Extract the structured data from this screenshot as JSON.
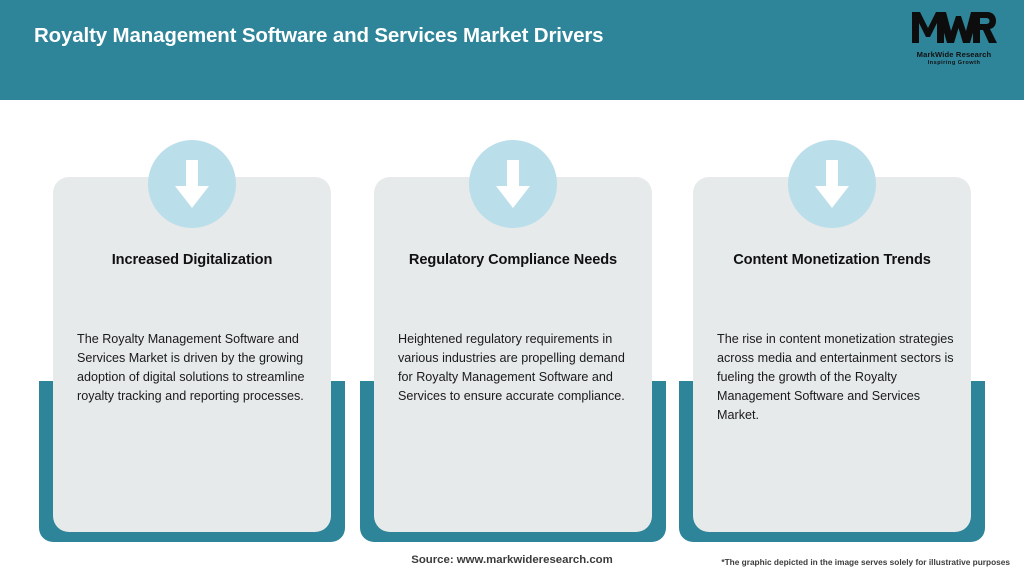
{
  "header": {
    "title": "Royalty Management Software and Services Market Drivers",
    "background_color": "#2e8499",
    "title_color": "#ffffff"
  },
  "logo": {
    "mark": "MWR",
    "name": "MarkWide Research",
    "tagline": "Inspiring Growth"
  },
  "theme": {
    "teal": "#2e8499",
    "panel_gray": "#e6eaeb",
    "icon_blue": "#badeea",
    "arrow_white": "#ffffff",
    "text_dark": "#111111"
  },
  "cards": [
    {
      "icon": "arrow-down-icon",
      "title": "Increased Digitalization",
      "body": "The Royalty Management Software and Services Market is driven by the growing adoption of digital solutions to streamline royalty tracking and reporting processes."
    },
    {
      "icon": "arrow-down-icon",
      "title": "Regulatory Compliance Needs",
      "body": "Heightened regulatory requirements in various industries are propelling demand for Royalty Management Software and Services to ensure accurate compliance."
    },
    {
      "icon": "arrow-down-icon",
      "title": "Content Monetization Trends",
      "body": "The rise in content monetization strategies across media and entertainment sectors is fueling the growth of the Royalty Management Software and Services Market."
    }
  ],
  "footer": {
    "source": "Source: www.markwideresearch.com",
    "disclaimer": "*The graphic depicted in the image serves solely for illustrative purposes"
  }
}
